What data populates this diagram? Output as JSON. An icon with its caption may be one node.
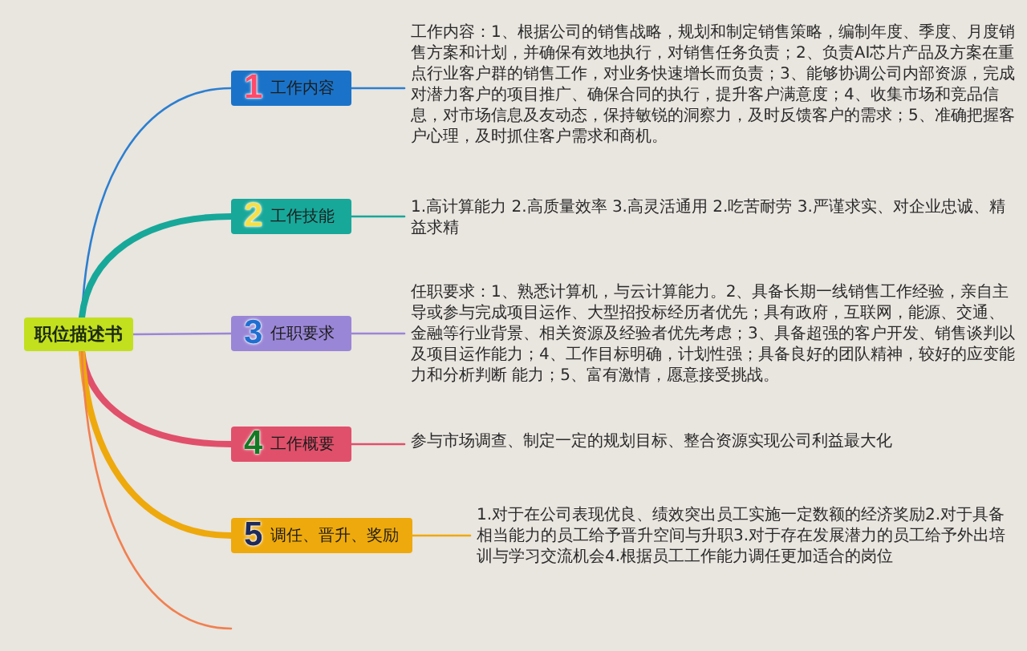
{
  "diagram": {
    "nodes": [
      {
        "text": [
          "职位描述书"
        ]
      },
      {
        "text": [
          "1",
          "工作内容"
        ]
      },
      {
        "text": [
          "2",
          "工作技能"
        ]
      },
      {
        "text": [
          "3",
          "任职要求"
        ]
      },
      {
        "text": [
          "4",
          "工作概要"
        ]
      },
      {
        "text": [
          "5",
          "调任、晋升、奖励"
        ]
      },
      {
        "text": [
          "工作内容：1、根据公司的销售战略，规划和制定销售策略，编制年度、季度、月度销售方案和计划，并确保有效地执行，对销售任务负责；2、负责AI芯片产品及方案在重点行业客户群的销售工作，对业务快速增长而负责；3、能够协调公司内部资源，完成对潜力客户的项目推广、确保合同的执行，提升客户满意度；4、收集市场和竞品信息，对市场信息及友动态，保持敏锐的洞察力，及时反馈客户的需求；5、准确把握客户心理，及时抓住客户需求和商机。"
        ]
      },
      {
        "text": [
          "1.高计算能力 2.高质量效率 3.高灵活通用 2.吃苦耐劳 3.严谨求实、对企业忠诚、精益求精"
        ]
      },
      {
        "text": [
          "任职要求：1、熟悉计算机，与云计算能力。2、具备长期一线销售工作经验，亲自主导或参与完成项目运作、大型招投标经历者优先；具有政府，互联网，能源、交通、金融等行业背景、相关资源及经验者优先考虑；3、具备超强的客户开发、销售谈判以及项目运作能力；4、工作目标明确，计划性强；具备良好的团队精神，较好的应变能力和分析判断 能力；5、富有激情，愿意接受挑战。"
        ]
      },
      {
        "text": [
          "参与市场调查、制定一定的规划目标、整合资源实现公司利益最大化"
        ]
      },
      {
        "text": [
          "1.对于在公司表现优良、绩效突出员工实施一定数额的经济奖励2.对于具备相当能力的员工给予晋升空间与升职3.对于存在发展潜力的员工给予外出培训与学习交流机会4.根据员工工作能力调任更加适合的岗位"
        ]
      }
    ],
    "edges": [
      {
        "from": 0,
        "to": 1,
        "arrow": "none",
        "color": "#2b7fd0"
      },
      {
        "from": 0,
        "to": 2,
        "arrow": "none",
        "style": "thick",
        "color": "#17a89a"
      },
      {
        "from": 0,
        "to": 3,
        "arrow": "none",
        "color": "#9a86d6"
      },
      {
        "from": 0,
        "to": 4,
        "arrow": "none",
        "style": "thick",
        "color": "#e0506a"
      },
      {
        "from": 0,
        "to": 5,
        "arrow": "none",
        "style": "thick",
        "color": "#eea90c"
      },
      {
        "from": 0,
        "to": null,
        "arrow": "none",
        "color": "#f08050"
      },
      {
        "from": 1,
        "to": 6,
        "arrow": "none",
        "color": "#2b7fd0"
      },
      {
        "from": 2,
        "to": 7,
        "arrow": "none",
        "color": "#17a89a"
      },
      {
        "from": 3,
        "to": 8,
        "arrow": "none",
        "color": "#9a86d6"
      },
      {
        "from": 4,
        "to": 9,
        "arrow": "none",
        "color": "#e0506a"
      },
      {
        "from": 5,
        "to": 10,
        "arrow": "none",
        "color": "#eea90c"
      }
    ]
  }
}
